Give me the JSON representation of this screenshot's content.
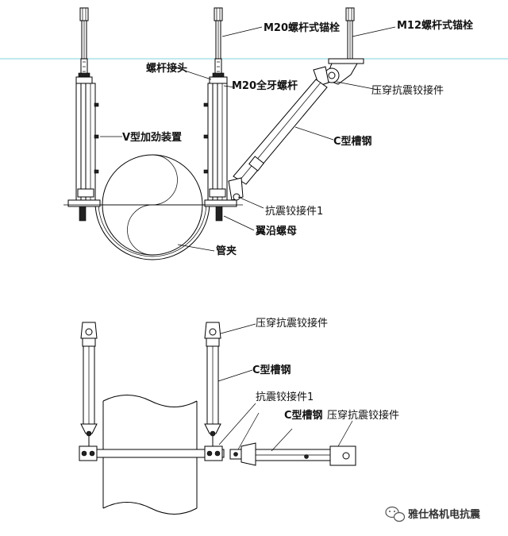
{
  "top_view": {
    "labels": {
      "m20_anchor": "M20螺杆式锚栓",
      "m12_anchor": "M12螺杆式锚栓",
      "rod_connector": "螺杆接头",
      "m20_full_thread_rod": "M20全牙螺杆",
      "press_hinge": "压穿抗震铰接件",
      "v_stiffener": "V型加劲装置",
      "c_channel": "C型槽钢",
      "seismic_hinge_1": "抗震铰接件1",
      "flange_nut": "翼沿螺母",
      "pipe_clamp": "管夹"
    }
  },
  "bottom_view": {
    "labels": {
      "press_hinge_top": "压穿抗震铰接件",
      "c_channel_top": "C型槽钢",
      "seismic_hinge_1": "抗震铰接件1",
      "c_channel_right": "C型槽钢",
      "press_hinge_right": "压穿抗震铰接件"
    }
  },
  "watermark": {
    "text": "雅仕格机电抗震",
    "icon": "wechat-icon"
  },
  "colors": {
    "ceiling_line": "#7fd3df",
    "line": "#000000"
  }
}
